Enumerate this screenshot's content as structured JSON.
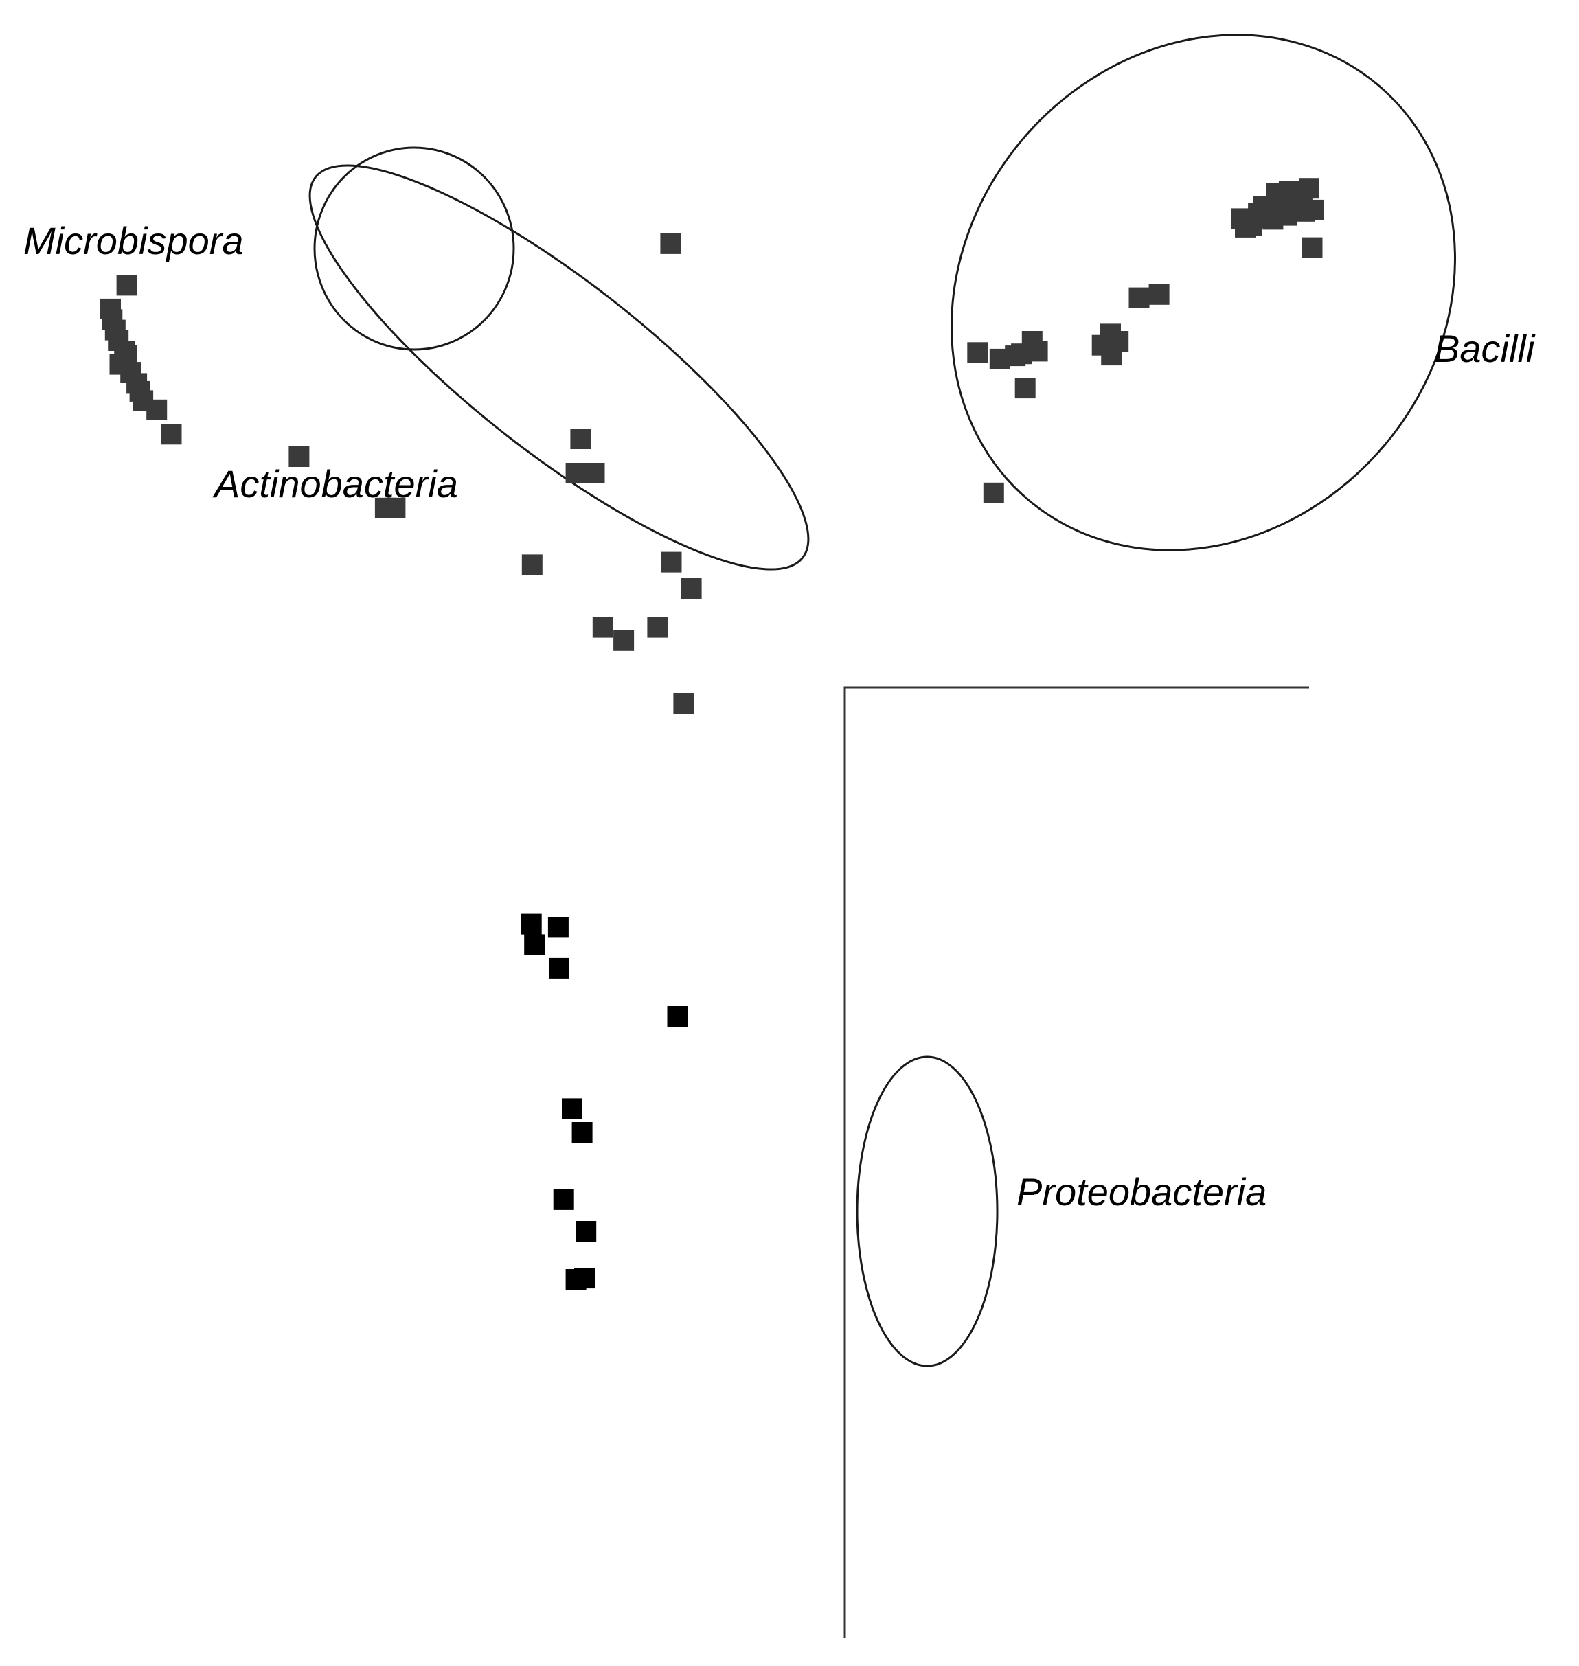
{
  "chart_data": {
    "type": "scatter",
    "title": "",
    "xlabel": "",
    "ylabel": "",
    "xlim": [
      -100,
      100
    ],
    "ylim": [
      -100,
      100
    ],
    "grid": false,
    "legend": "none",
    "marker": "square",
    "colors": {
      "upper": "#3a3a3a",
      "lower": "#000000",
      "outline": "#1a1a1a"
    },
    "series": [
      {
        "color": "#3a3a3a",
        "points": [
          [
            -86.2,
            60.9
          ],
          [
            -88.3,
            57.3
          ],
          [
            -88.1,
            55.7
          ],
          [
            -87.7,
            54.1
          ],
          [
            -87.3,
            52.5
          ],
          [
            -86.5,
            50.9
          ],
          [
            -86.3,
            49.3
          ],
          [
            -85.7,
            47.7
          ],
          [
            -84.9,
            46.0
          ],
          [
            -84.5,
            44.8
          ],
          [
            -84.1,
            43.4
          ],
          [
            -82.3,
            42.0
          ],
          [
            -80.4,
            38.3
          ],
          [
            -86.2,
            50.3
          ],
          [
            -87.1,
            48.9
          ],
          [
            -63.8,
            34.9
          ],
          [
            -52.6,
            27.1
          ],
          [
            -51.3,
            27.1
          ],
          [
            -33.5,
            18.5
          ],
          [
            -13.8,
            -2.5
          ]
        ]
      },
      {
        "color": "#3a3a3a",
        "points": [
          [
            60.0,
            70.0
          ],
          [
            62.2,
            71.1
          ],
          [
            63.8,
            72.5
          ],
          [
            65.2,
            73.5
          ],
          [
            61.6,
            72.9
          ],
          [
            63.3,
            74.8
          ],
          [
            62.8,
            70.9
          ],
          [
            64.6,
            71.5
          ],
          [
            66.4,
            74.0
          ],
          [
            66.9,
            72.1
          ],
          [
            64.9,
            75.2
          ],
          [
            60.9,
            71.8
          ],
          [
            59.2,
            69.7
          ],
          [
            58.7,
            71.0
          ],
          [
            67.5,
            75.6
          ],
          [
            66.6,
            73.0
          ],
          [
            68.1,
            72.3
          ],
          [
            67.9,
            66.6
          ],
          [
            48.0,
            59.5
          ],
          [
            45.4,
            59.0
          ],
          [
            31.5,
            52.4
          ],
          [
            32.2,
            50.9
          ],
          [
            30.1,
            50.5
          ],
          [
            29.3,
            50.2
          ],
          [
            27.3,
            49.7
          ],
          [
            24.4,
            50.7
          ],
          [
            42.7,
            52.4
          ],
          [
            41.7,
            53.5
          ],
          [
            40.6,
            51.8
          ],
          [
            41.8,
            50.3
          ],
          [
            30.6,
            45.3
          ],
          [
            -15.5,
            67.2
          ],
          [
            -27.2,
            37.6
          ],
          [
            -27.8,
            32.4
          ],
          [
            -25.4,
            32.4
          ],
          [
            26.5,
            29.4
          ],
          [
            -15.4,
            18.9
          ],
          [
            -12.8,
            14.9
          ],
          [
            -21.6,
            7.0
          ],
          [
            -24.3,
            9.0
          ],
          [
            -17.2,
            9.0
          ]
        ]
      },
      {
        "color": "#000000",
        "points": [
          [
            -30.1,
            -36.5
          ],
          [
            -33.6,
            -36.0
          ],
          [
            -33.2,
            -39.1
          ],
          [
            -30.0,
            -42.7
          ],
          [
            -14.6,
            -50.0
          ],
          [
            -28.3,
            -64.0
          ],
          [
            -27.0,
            -67.6
          ],
          [
            -29.4,
            -77.8
          ],
          [
            -26.5,
            -82.6
          ],
          [
            -27.8,
            -89.9
          ],
          [
            -26.7,
            -89.7
          ]
        ]
      }
    ],
    "annotations": [
      "Microbispora",
      "Actinobacteria",
      "Bacilli",
      "Proteobacteria"
    ]
  }
}
